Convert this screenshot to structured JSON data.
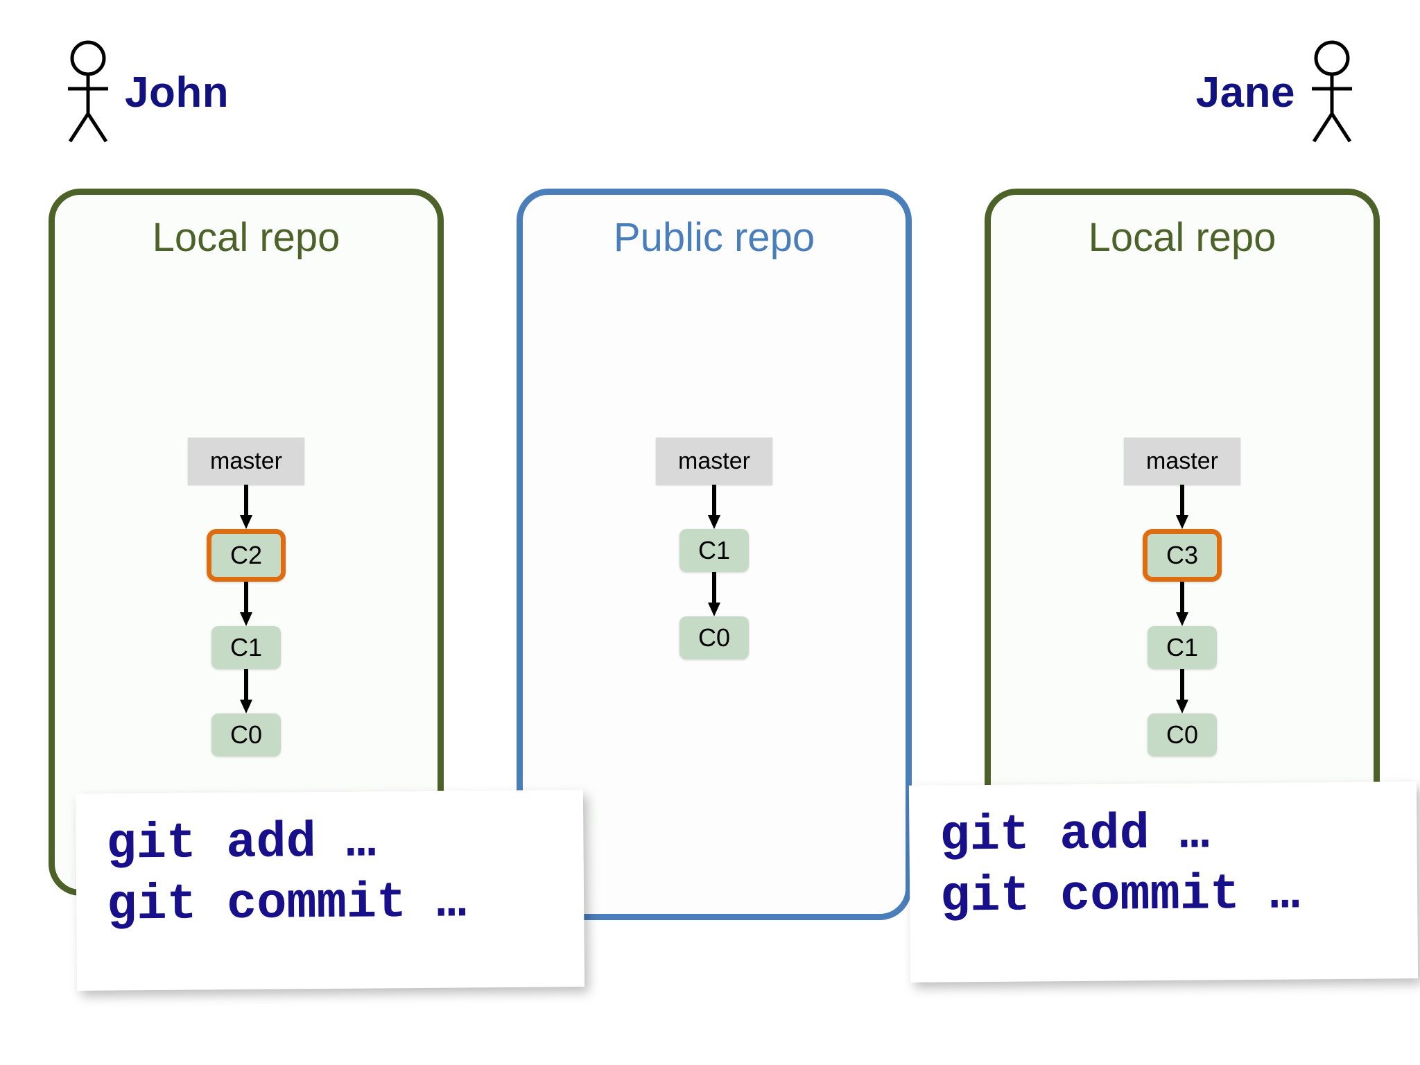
{
  "actors": [
    {
      "name": "John",
      "icon": "stick-figure-icon",
      "figure_side": "left"
    },
    {
      "name": "Jane",
      "icon": "stick-figure-icon",
      "figure_side": "right"
    }
  ],
  "panels": [
    {
      "id": "john-local",
      "title": "Local repo",
      "kind": "local",
      "border_color": "#4d6228",
      "branch_label": "master",
      "commits": [
        {
          "label": "C2",
          "highlight": true
        },
        {
          "label": "C1",
          "highlight": false
        },
        {
          "label": "C0",
          "highlight": false
        }
      ]
    },
    {
      "id": "public",
      "title": "Public repo",
      "kind": "public",
      "border_color": "#4a7ebb",
      "branch_label": "master",
      "commits": [
        {
          "label": "C1",
          "highlight": false
        },
        {
          "label": "C0",
          "highlight": false
        }
      ]
    },
    {
      "id": "jane-local",
      "title": "Local repo",
      "kind": "local",
      "border_color": "#4d6228",
      "branch_label": "master",
      "commits": [
        {
          "label": "C3",
          "highlight": true
        },
        {
          "label": "C1",
          "highlight": false
        },
        {
          "label": "C0",
          "highlight": false
        }
      ]
    }
  ],
  "command_cards": [
    {
      "id": "john-commands",
      "lines": [
        "git add …",
        "git commit …"
      ]
    },
    {
      "id": "jane-commands",
      "lines": [
        "git add …",
        "git commit …"
      ]
    }
  ],
  "colors": {
    "local_green": "#4d6228",
    "public_blue": "#4a7ebb",
    "highlight_orange": "#e06c10",
    "commit_fill": "#c6dbc5",
    "branch_fill": "#d9d9d9",
    "name_navy": "#11117f",
    "command_navy": "#180f8a"
  }
}
